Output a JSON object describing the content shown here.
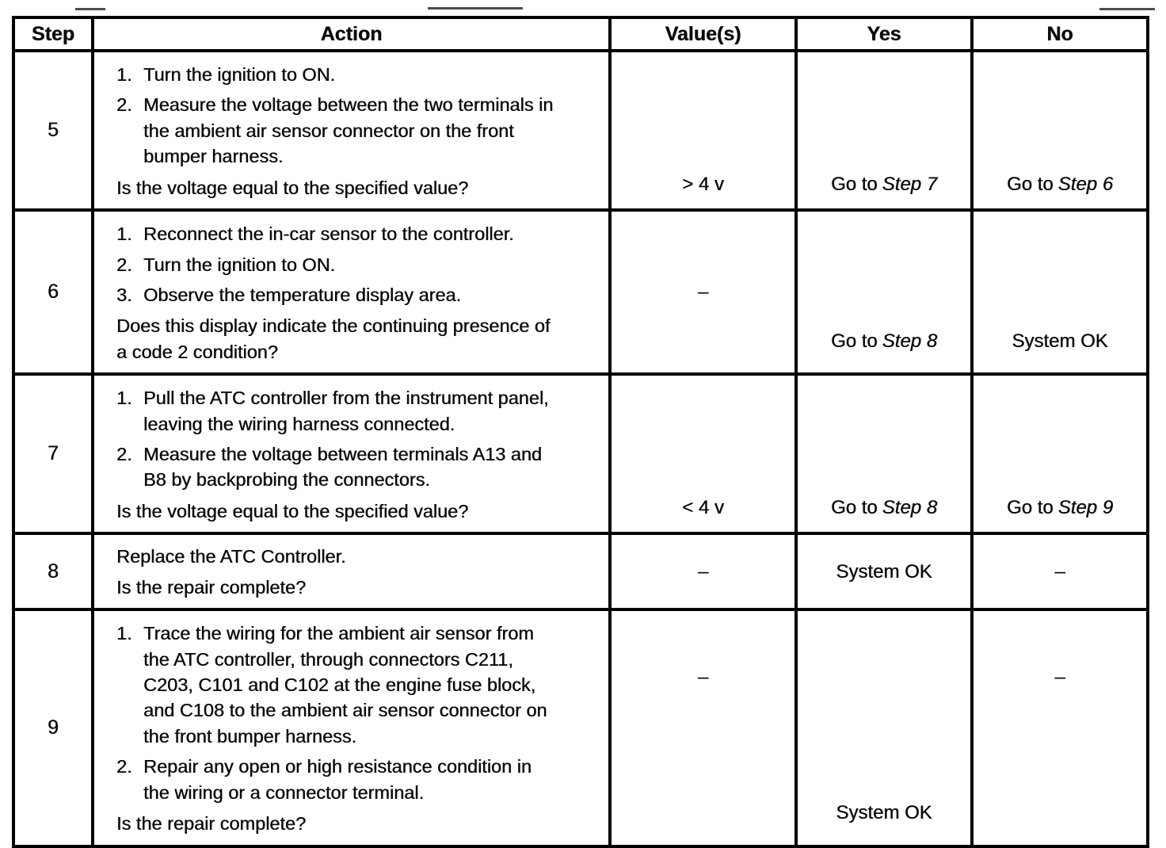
{
  "table": {
    "headers": {
      "step": "Step",
      "action": "Action",
      "value": "Value(s)",
      "yes": "Yes",
      "no": "No"
    },
    "rows": [
      {
        "step": "5",
        "action": {
          "items": [
            {
              "num": "1.",
              "text": "Turn the ignition to ON."
            },
            {
              "num": "2.",
              "text": "Measure the voltage between the two terminals in\nthe ambient air sensor connector on the front\nbumper harness."
            }
          ],
          "question": "Is the voltage equal to the specified value?"
        },
        "value": {
          "text": "> 4 v"
        },
        "yes": {
          "text": "Go to",
          "italic": "Step 7"
        },
        "no": {
          "text": "Go to",
          "italic": "Step 6"
        }
      },
      {
        "step": "6",
        "action": {
          "items": [
            {
              "num": "1.",
              "text": "Reconnect the in-car sensor to the controller."
            },
            {
              "num": "2.",
              "text": "Turn the ignition to ON."
            },
            {
              "num": "3.",
              "text": "Observe the temperature display area."
            }
          ],
          "question": "Does this display indicate the continuing presence of\na code 2 condition?"
        },
        "value": {
          "text": "–"
        },
        "yes": {
          "text": "Go to",
          "italic": "Step 8"
        },
        "no": {
          "text": "System OK"
        }
      },
      {
        "step": "7",
        "action": {
          "items": [
            {
              "num": "1.",
              "text": "Pull the ATC controller from the instrument panel,\nleaving the wiring harness connected."
            },
            {
              "num": "2.",
              "text": "Measure the voltage between terminals A13 and\nB8 by backprobing the connectors."
            }
          ],
          "question": "Is the voltage equal to the specified value?"
        },
        "value": {
          "text": "< 4 v"
        },
        "yes": {
          "text": "Go to",
          "italic": "Step 8"
        },
        "no": {
          "text": "Go to",
          "italic": "Step 9"
        }
      },
      {
        "step": "8",
        "action": {
          "statement": "Replace the ATC Controller.",
          "question": "Is the repair complete?"
        },
        "value": {
          "text": "–"
        },
        "yes": {
          "text": "System OK"
        },
        "no": {
          "text": "–"
        }
      },
      {
        "step": "9",
        "action": {
          "items": [
            {
              "num": "1.",
              "text": "Trace the wiring for the ambient air sensor from\nthe ATC controller, through connectors C211,\nC203, C101 and C102 at the engine fuse block,\nand C108 to the ambient air sensor connector on\nthe front bumper harness."
            },
            {
              "num": "2.",
              "text": "Repair any open or high resistance condition in\nthe wiring or a connector terminal."
            }
          ],
          "question": "Is the repair complete?"
        },
        "value": {
          "text": "–"
        },
        "yes": {
          "text": "System OK"
        },
        "no": {
          "text": "–"
        }
      }
    ]
  }
}
